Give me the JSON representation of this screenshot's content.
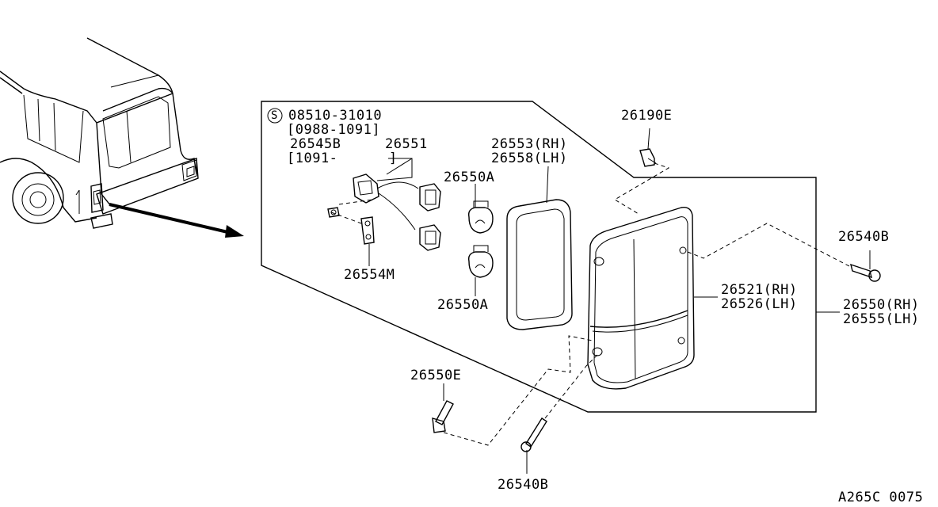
{
  "diagram": {
    "code": "A265C 0075",
    "screw_symbol": "S",
    "screw_part": "08510-31010",
    "screw_date": "[0988-1091]",
    "parts": {
      "p26545B": "26545B",
      "p26545B_date": "[1091-      ]",
      "p26551": "26551",
      "p26553": "26553(RH)",
      "p26558": "26558(LH)",
      "p26550A_top": "26550A",
      "p26550A_bottom": "26550A",
      "p26554M": "26554M",
      "p26190E": "26190E",
      "p26540B_right": "26540B",
      "p26521": "26521(RH)",
      "p26526": "26526(LH)",
      "p26550": "26550(RH)",
      "p26555": "26555(LH)",
      "p26550E": "26550E",
      "p26540B_bottom": "26540B"
    }
  }
}
